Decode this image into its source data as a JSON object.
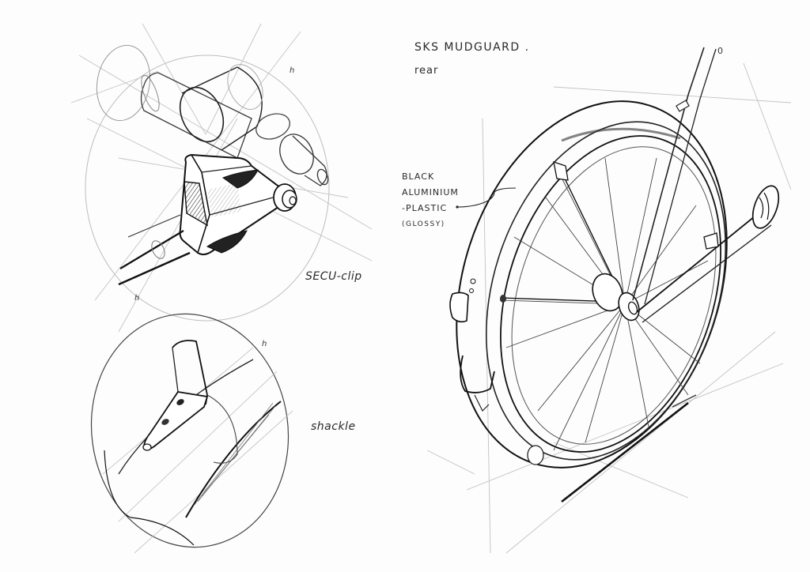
{
  "sketch": {
    "title": "SKS MUDGUARD",
    "title_dot": ".",
    "subtitle": "rear",
    "material_note": {
      "line1": "BLACK",
      "line2": "ALUMINIUM",
      "line3": "-PLASTIC",
      "line4": "(GLOSSY)"
    },
    "callouts": {
      "secu_clip": "SECU-clip",
      "shackle": "shackle"
    },
    "marks": {
      "top_right_of_clip_circle": "h",
      "bottom_left_of_clip_circle": "h",
      "shackle_circle_edge": "h",
      "frame_top": "0"
    },
    "colors": {
      "paper": "#fdfdfd",
      "pencil_dark": "#1a1a1a",
      "pencil_light": "#b8b8b8",
      "hatch": "#4a4a4a"
    }
  }
}
